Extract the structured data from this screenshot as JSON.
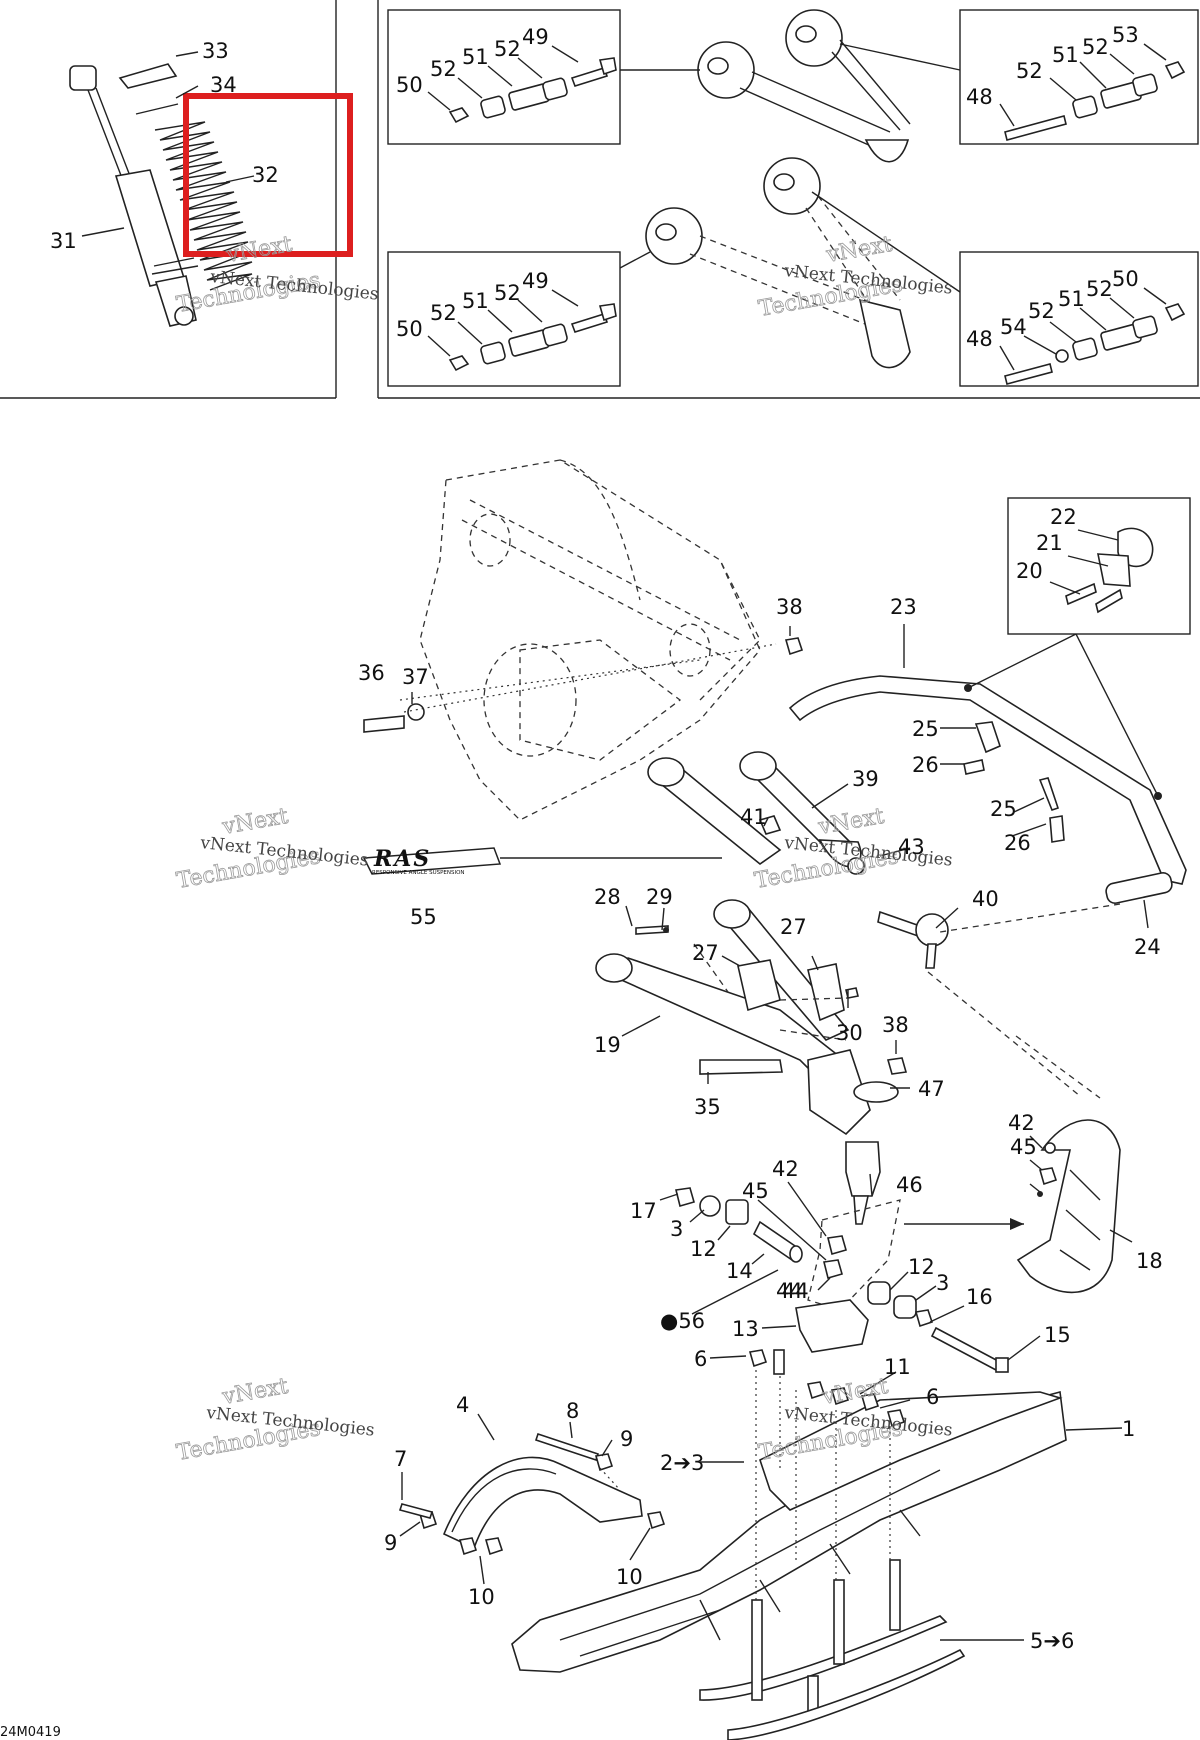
{
  "callouts": [
    {
      "id": "c33",
      "text": "33"
    },
    {
      "id": "c34",
      "text": "34"
    },
    {
      "id": "c32",
      "text": "32"
    },
    {
      "id": "c31",
      "text": "31"
    },
    {
      "id": "tl50",
      "text": "50"
    },
    {
      "id": "tl52a",
      "text": "52"
    },
    {
      "id": "tl51",
      "text": "51"
    },
    {
      "id": "tl52b",
      "text": "52"
    },
    {
      "id": "tl49",
      "text": "49"
    },
    {
      "id": "tr48",
      "text": "48"
    },
    {
      "id": "tr52a",
      "text": "52"
    },
    {
      "id": "tr51",
      "text": "51"
    },
    {
      "id": "tr52b",
      "text": "52"
    },
    {
      "id": "tr53",
      "text": "53"
    },
    {
      "id": "bl50",
      "text": "50"
    },
    {
      "id": "bl52a",
      "text": "52"
    },
    {
      "id": "bl51",
      "text": "51"
    },
    {
      "id": "bl52b",
      "text": "52"
    },
    {
      "id": "bl49",
      "text": "49"
    },
    {
      "id": "br48",
      "text": "48"
    },
    {
      "id": "br54",
      "text": "54"
    },
    {
      "id": "br52a",
      "text": "52"
    },
    {
      "id": "br51",
      "text": "51"
    },
    {
      "id": "br52b",
      "text": "52"
    },
    {
      "id": "br50",
      "text": "50"
    },
    {
      "id": "m22",
      "text": "22"
    },
    {
      "id": "m21",
      "text": "21"
    },
    {
      "id": "m20",
      "text": "20"
    },
    {
      "id": "m38a",
      "text": "38"
    },
    {
      "id": "m23",
      "text": "23"
    },
    {
      "id": "m36",
      "text": "36"
    },
    {
      "id": "m37",
      "text": "37"
    },
    {
      "id": "m25a",
      "text": "25"
    },
    {
      "id": "m26a",
      "text": "26"
    },
    {
      "id": "m39",
      "text": "39"
    },
    {
      "id": "m25b",
      "text": "25"
    },
    {
      "id": "m26b",
      "text": "26"
    },
    {
      "id": "m41",
      "text": "41"
    },
    {
      "id": "m43",
      "text": "43"
    },
    {
      "id": "m55",
      "text": "55"
    },
    {
      "id": "m40",
      "text": "40"
    },
    {
      "id": "m24",
      "text": "24"
    },
    {
      "id": "m28",
      "text": "28"
    },
    {
      "id": "m29",
      "text": "29"
    },
    {
      "id": "m27a",
      "text": "27"
    },
    {
      "id": "m27b",
      "text": "27"
    },
    {
      "id": "m30",
      "text": "30"
    },
    {
      "id": "m19",
      "text": "19"
    },
    {
      "id": "m38b",
      "text": "38"
    },
    {
      "id": "m35",
      "text": "35"
    },
    {
      "id": "m47",
      "text": "47"
    },
    {
      "id": "m42a",
      "text": "42"
    },
    {
      "id": "m45a",
      "text": "45"
    },
    {
      "id": "m44a",
      "text": "44"
    },
    {
      "id": "m46",
      "text": "46"
    },
    {
      "id": "m42b",
      "text": "42"
    },
    {
      "id": "m45b",
      "text": "45"
    },
    {
      "id": "m17",
      "text": "17"
    },
    {
      "id": "m3a",
      "text": "3"
    },
    {
      "id": "m12a",
      "text": "12"
    },
    {
      "id": "m14",
      "text": "14"
    },
    {
      "id": "m44b",
      "text": "44"
    },
    {
      "id": "m18",
      "text": "18"
    },
    {
      "id": "m12b",
      "text": "12"
    },
    {
      "id": "m3b",
      "text": "3"
    },
    {
      "id": "m16",
      "text": "16"
    },
    {
      "id": "m56",
      "text": "●56"
    },
    {
      "id": "m13",
      "text": "13"
    },
    {
      "id": "m15",
      "text": "15"
    },
    {
      "id": "m6a",
      "text": "6"
    },
    {
      "id": "m11",
      "text": "11"
    },
    {
      "id": "m6b",
      "text": "6"
    },
    {
      "id": "m1",
      "text": "1"
    },
    {
      "id": "m4",
      "text": "4"
    },
    {
      "id": "m8",
      "text": "8"
    },
    {
      "id": "m9a",
      "text": "9"
    },
    {
      "id": "m23b",
      "text": "2➔3"
    },
    {
      "id": "m7",
      "text": "7"
    },
    {
      "id": "m9b",
      "text": "9"
    },
    {
      "id": "m10a",
      "text": "10"
    },
    {
      "id": "m10b",
      "text": "10"
    },
    {
      "id": "m56b",
      "text": "5➔6"
    }
  ],
  "watermark": {
    "line1": "vNext",
    "line2": "Technologies",
    "caption": "vNext Technologies"
  },
  "logo_text": "RAS",
  "logo_subtext": "RESPONSIVE ANGLE SUSPENSION",
  "footer_code": "24M0419",
  "highlight_color": "#dd1f1f"
}
